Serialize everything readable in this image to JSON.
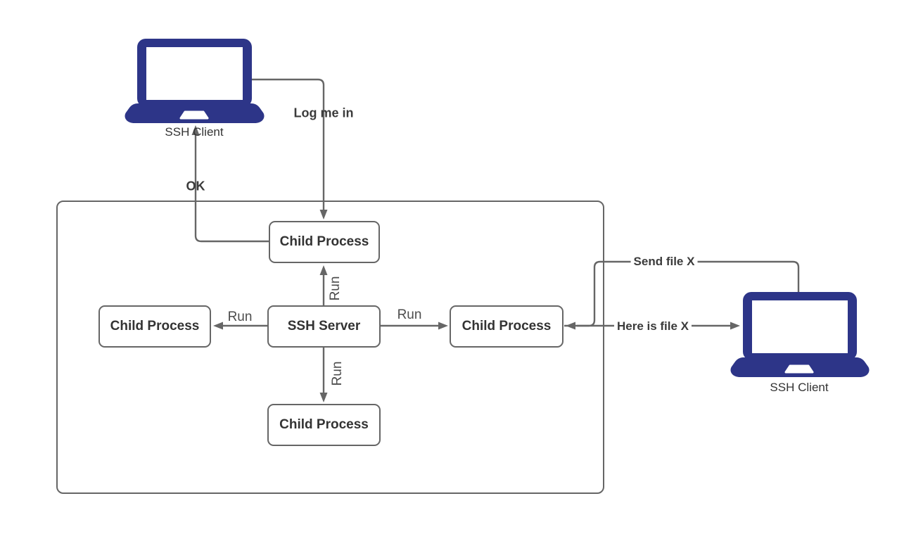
{
  "diagram": {
    "title_hint": "SSH client-server process diagram",
    "nodes": {
      "ssh_server": {
        "label": "SSH Server"
      },
      "child_top": {
        "label": "Child Process"
      },
      "child_left": {
        "label": "Child Process"
      },
      "child_right": {
        "label": "Child Process"
      },
      "child_bottom": {
        "label": "Child Process"
      }
    },
    "clients": {
      "left": {
        "label": "SSH Client"
      },
      "right": {
        "label": "SSH Client"
      }
    },
    "edges": {
      "log_me_in": {
        "label": "Log me in"
      },
      "ok": {
        "label": "OK"
      },
      "run_top": {
        "label": "Run"
      },
      "run_left": {
        "label": "Run"
      },
      "run_right": {
        "label": "Run"
      },
      "run_bottom": {
        "label": "Run"
      },
      "send_file": {
        "label": "Send file X"
      },
      "here_is_file": {
        "label": "Here is file X"
      }
    },
    "colors": {
      "laptop_fill": "#2d3588",
      "wire": "#666666",
      "node_border": "#666666",
      "text": "#333333",
      "background": "#ffffff"
    }
  }
}
